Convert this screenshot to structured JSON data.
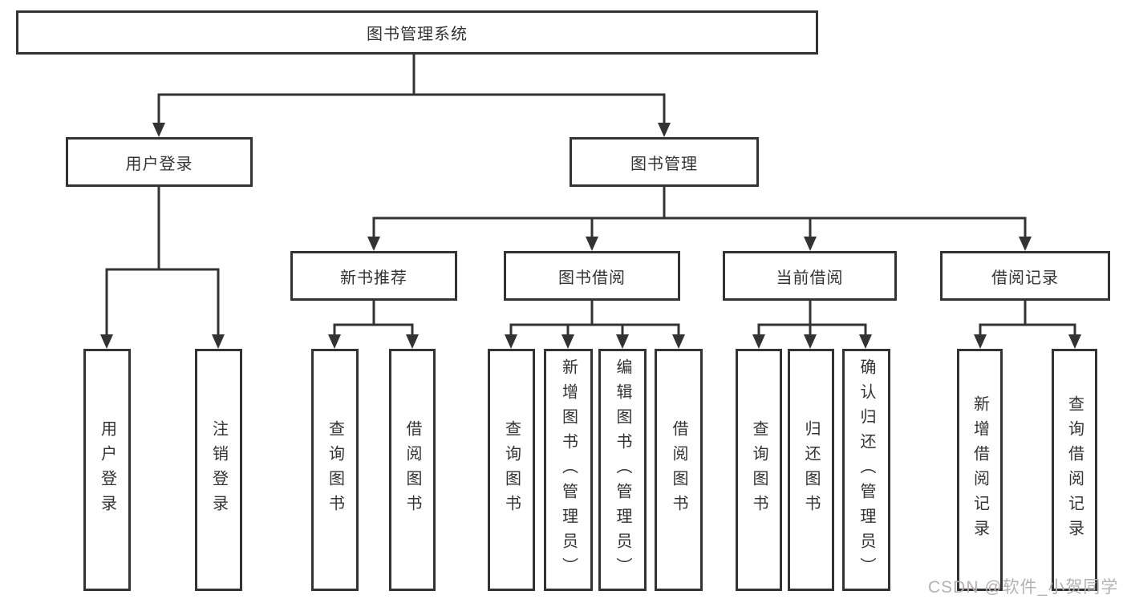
{
  "diagram": {
    "type": "hierarchy-tree",
    "nodes": {
      "root": {
        "label": "图书管理系统"
      },
      "level2": [
        {
          "id": "user-login-branch",
          "label": "用户登录",
          "parent": "图书管理系统"
        },
        {
          "id": "book-management",
          "label": "图书管理",
          "parent": "图书管理系统"
        }
      ],
      "level3": [
        {
          "id": "new-book-recommend",
          "label": "新书推荐",
          "parent": "图书管理"
        },
        {
          "id": "book-borrow",
          "label": "图书借阅",
          "parent": "图书管理"
        },
        {
          "id": "current-borrow",
          "label": "当前借阅",
          "parent": "图书管理"
        },
        {
          "id": "borrow-records",
          "label": "借阅记录",
          "parent": "图书管理"
        }
      ],
      "leaves": [
        {
          "id": "user-login",
          "label": "用户登录",
          "parent": "用户登录"
        },
        {
          "id": "logout",
          "label": "注销登录",
          "parent": "用户登录"
        },
        {
          "id": "query-books-recommend",
          "label": "查询图书",
          "parent": "新书推荐"
        },
        {
          "id": "borrow-books-recommend",
          "label": "借阅图书",
          "parent": "新书推荐"
        },
        {
          "id": "query-books-borrow",
          "label": "查询图书",
          "parent": "图书借阅"
        },
        {
          "id": "add-books-admin",
          "label": "新增图书（管理员）",
          "parent": "图书借阅"
        },
        {
          "id": "edit-books-admin",
          "label": "编辑图书（管理员）",
          "parent": "图书借阅"
        },
        {
          "id": "borrow-books",
          "label": "借阅图书",
          "parent": "图书借阅"
        },
        {
          "id": "query-books-current",
          "label": "查询图书",
          "parent": "当前借阅"
        },
        {
          "id": "return-books",
          "label": "归还图书",
          "parent": "当前借阅"
        },
        {
          "id": "confirm-return-admin",
          "label": "确认归还（管理员）",
          "parent": "当前借阅"
        },
        {
          "id": "add-borrow-record",
          "label": "新增借阅记录",
          "parent": "借阅记录"
        },
        {
          "id": "query-borrow-record",
          "label": "查询借阅记录",
          "parent": "借阅记录"
        }
      ]
    },
    "colors": {
      "line": "#333333",
      "text": "#333333",
      "box_background": "#ffffff"
    }
  },
  "watermark": {
    "text": "CSDN @软件_小贺同学"
  }
}
